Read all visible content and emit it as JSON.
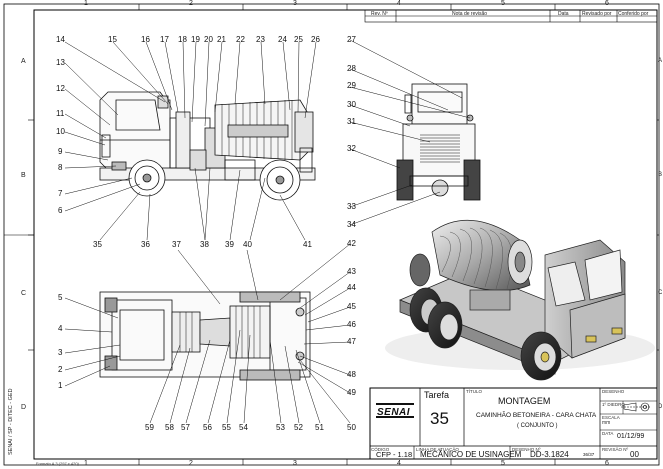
{
  "border": {
    "col_labels_top": [
      "1",
      "2",
      "3",
      "4",
      "5",
      "6"
    ],
    "col_labels_bottom": [
      "1",
      "2",
      "3",
      "4",
      "5",
      "6"
    ],
    "row_labels_left": [
      "A",
      "B",
      "C",
      "D"
    ],
    "row_labels_right": [
      "A",
      "B",
      "C",
      "D"
    ]
  },
  "revision_table": {
    "headers": [
      "Rev. Nº",
      "Nota de revisão",
      "Data",
      "Revisado por",
      "Conferido por"
    ]
  },
  "callouts": {
    "top_view_left": [
      "14",
      "15",
      "16",
      "17",
      "18",
      "19",
      "20",
      "21",
      "22",
      "23",
      "24",
      "25",
      "26"
    ],
    "side_left": [
      "13",
      "12",
      "11",
      "10",
      "9",
      "8",
      "7",
      "6"
    ],
    "bottom_side": [
      "35",
      "36",
      "37",
      "38",
      "39",
      "40",
      "41"
    ],
    "front_view": [
      "27",
      "28",
      "29",
      "30",
      "31",
      "32",
      "33",
      "34"
    ],
    "plan_left": [
      "5",
      "4",
      "3",
      "2",
      "1"
    ],
    "plan_bottom": [
      "59",
      "58",
      "57",
      "56",
      "55",
      "54",
      "53",
      "52",
      "51",
      "50"
    ],
    "plan_right": [
      "42",
      "43",
      "44",
      "45",
      "46",
      "47",
      "48",
      "49"
    ]
  },
  "title_block": {
    "logo": "SENAI",
    "task_label": "Tarefa",
    "task_number": "35",
    "title_small_label": "TÍTULO",
    "title": "MONTAGEM",
    "subtitle": "CAMINHÃO BETONEIRA - CARA CHATA",
    "subtitle2": "( CONJUNTO )",
    "desenho_label": "DESENHO",
    "escala_label": "ESCALA",
    "data_label": "DATA",
    "date": "01/12/99",
    "code_small": "CFP - 1.18",
    "course_label": "LINHA DE ATUAÇÃO",
    "course": "MECÂNICO DE USINAGEM",
    "drawing_label": "DESENHO Nº",
    "drawing_number": "DD-3.1824",
    "sheet_ref": "36/37",
    "rev_label": "REVISÃO Nº",
    "revision": "00",
    "projection_label": "1º DIEDRO",
    "units_label": "mm"
  },
  "side_margin_text": "SENAI / SP - DITEC - GED",
  "bottom_margin_text": "Formato A 3 (297 x 420)"
}
